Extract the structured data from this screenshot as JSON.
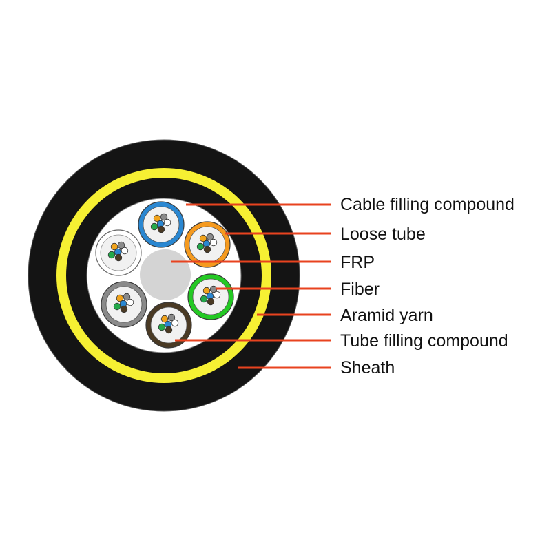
{
  "colors": {
    "sheath": "#141414",
    "aramid_yarn": "#f6f033",
    "leader_line": "#e8431f",
    "frp": "#d4d4d4",
    "fill": "#ffffff",
    "tube_fill": "#f1f1f1"
  },
  "tubes": [
    {
      "color": "#2a87d1"
    },
    {
      "color": "#f59a1f"
    },
    {
      "color": "#24c924"
    },
    {
      "color": "#4a3a24"
    },
    {
      "color": "#8a8a8a"
    },
    {
      "color": "#ffffff"
    }
  ],
  "fiber_colors": [
    "#f0a31c",
    "#8a8a8a",
    "#2a87d1",
    "#ffffff",
    "#24a84a",
    "#4a3a24"
  ],
  "labels": [
    {
      "key": "cable_filling_compound",
      "text": "Cable filling compound"
    },
    {
      "key": "loose_tube",
      "text": "Loose tube"
    },
    {
      "key": "frp",
      "text": "FRP"
    },
    {
      "key": "fiber",
      "text": "Fiber"
    },
    {
      "key": "aramid_yarn",
      "text": "Aramid yarn"
    },
    {
      "key": "tube_filling_compound",
      "text": "Tube filling compound"
    },
    {
      "key": "sheath",
      "text": "Sheath"
    }
  ]
}
